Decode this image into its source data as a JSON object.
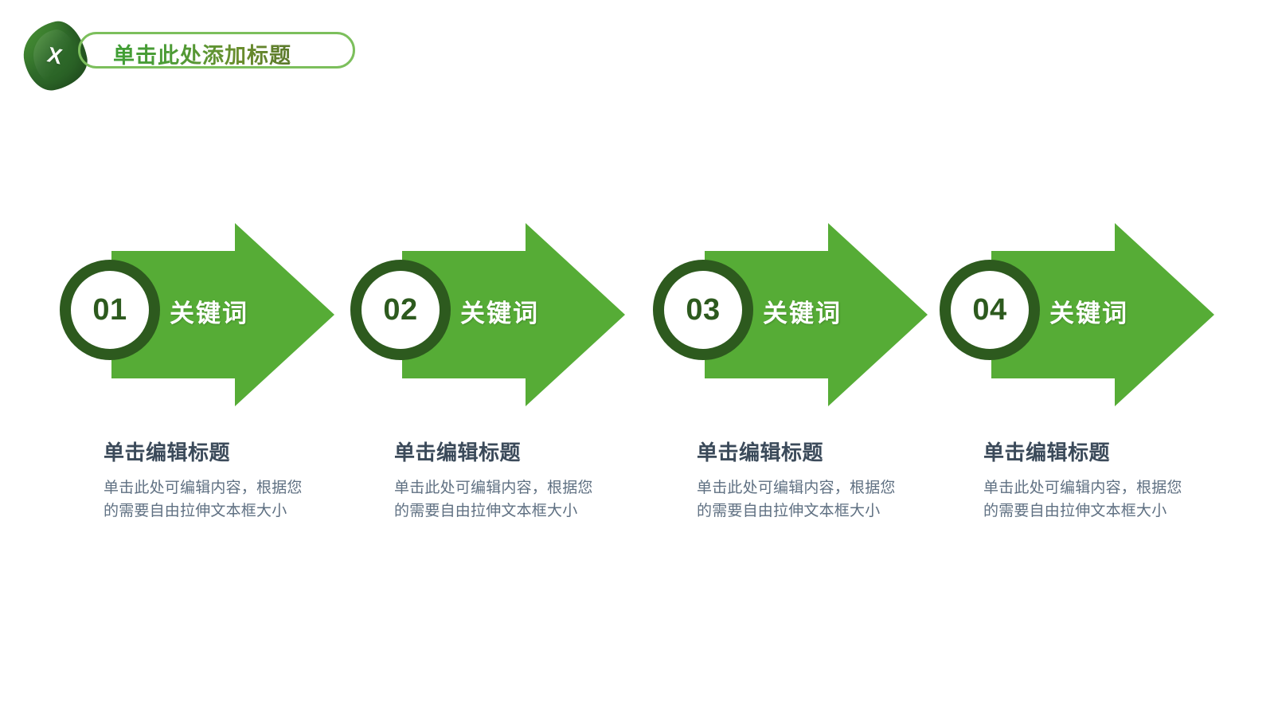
{
  "header": {
    "logo_letter": "X",
    "title": "单击此处添加标题",
    "accent_green": "#7cbf5c",
    "leaf_dark": "#255a22"
  },
  "theme": {
    "arrow_green": "#56ac36",
    "ring_dark_green": "#2d5a1e",
    "title_slate": "#3b4a5a",
    "body_slate": "#5f7082",
    "background": "#ffffff"
  },
  "steps": [
    {
      "number": "01",
      "keyword": "关键词",
      "caption_title": "单击编辑标题",
      "caption_body": "单击此处可编辑内容，根据您的需要自由拉伸文本框大小"
    },
    {
      "number": "02",
      "keyword": "关键词",
      "caption_title": "单击编辑标题",
      "caption_body": "单击此处可编辑内容，根据您的需要自由拉伸文本框大小"
    },
    {
      "number": "03",
      "keyword": "关键词",
      "caption_title": "单击编辑标题",
      "caption_body": "单击此处可编辑内容，根据您的需要自由拉伸文本框大小"
    },
    {
      "number": "04",
      "keyword": "关键词",
      "caption_title": "单击编辑标题",
      "caption_body": "单击此处可编辑内容，根据您的需要自由拉伸文本框大小"
    }
  ]
}
